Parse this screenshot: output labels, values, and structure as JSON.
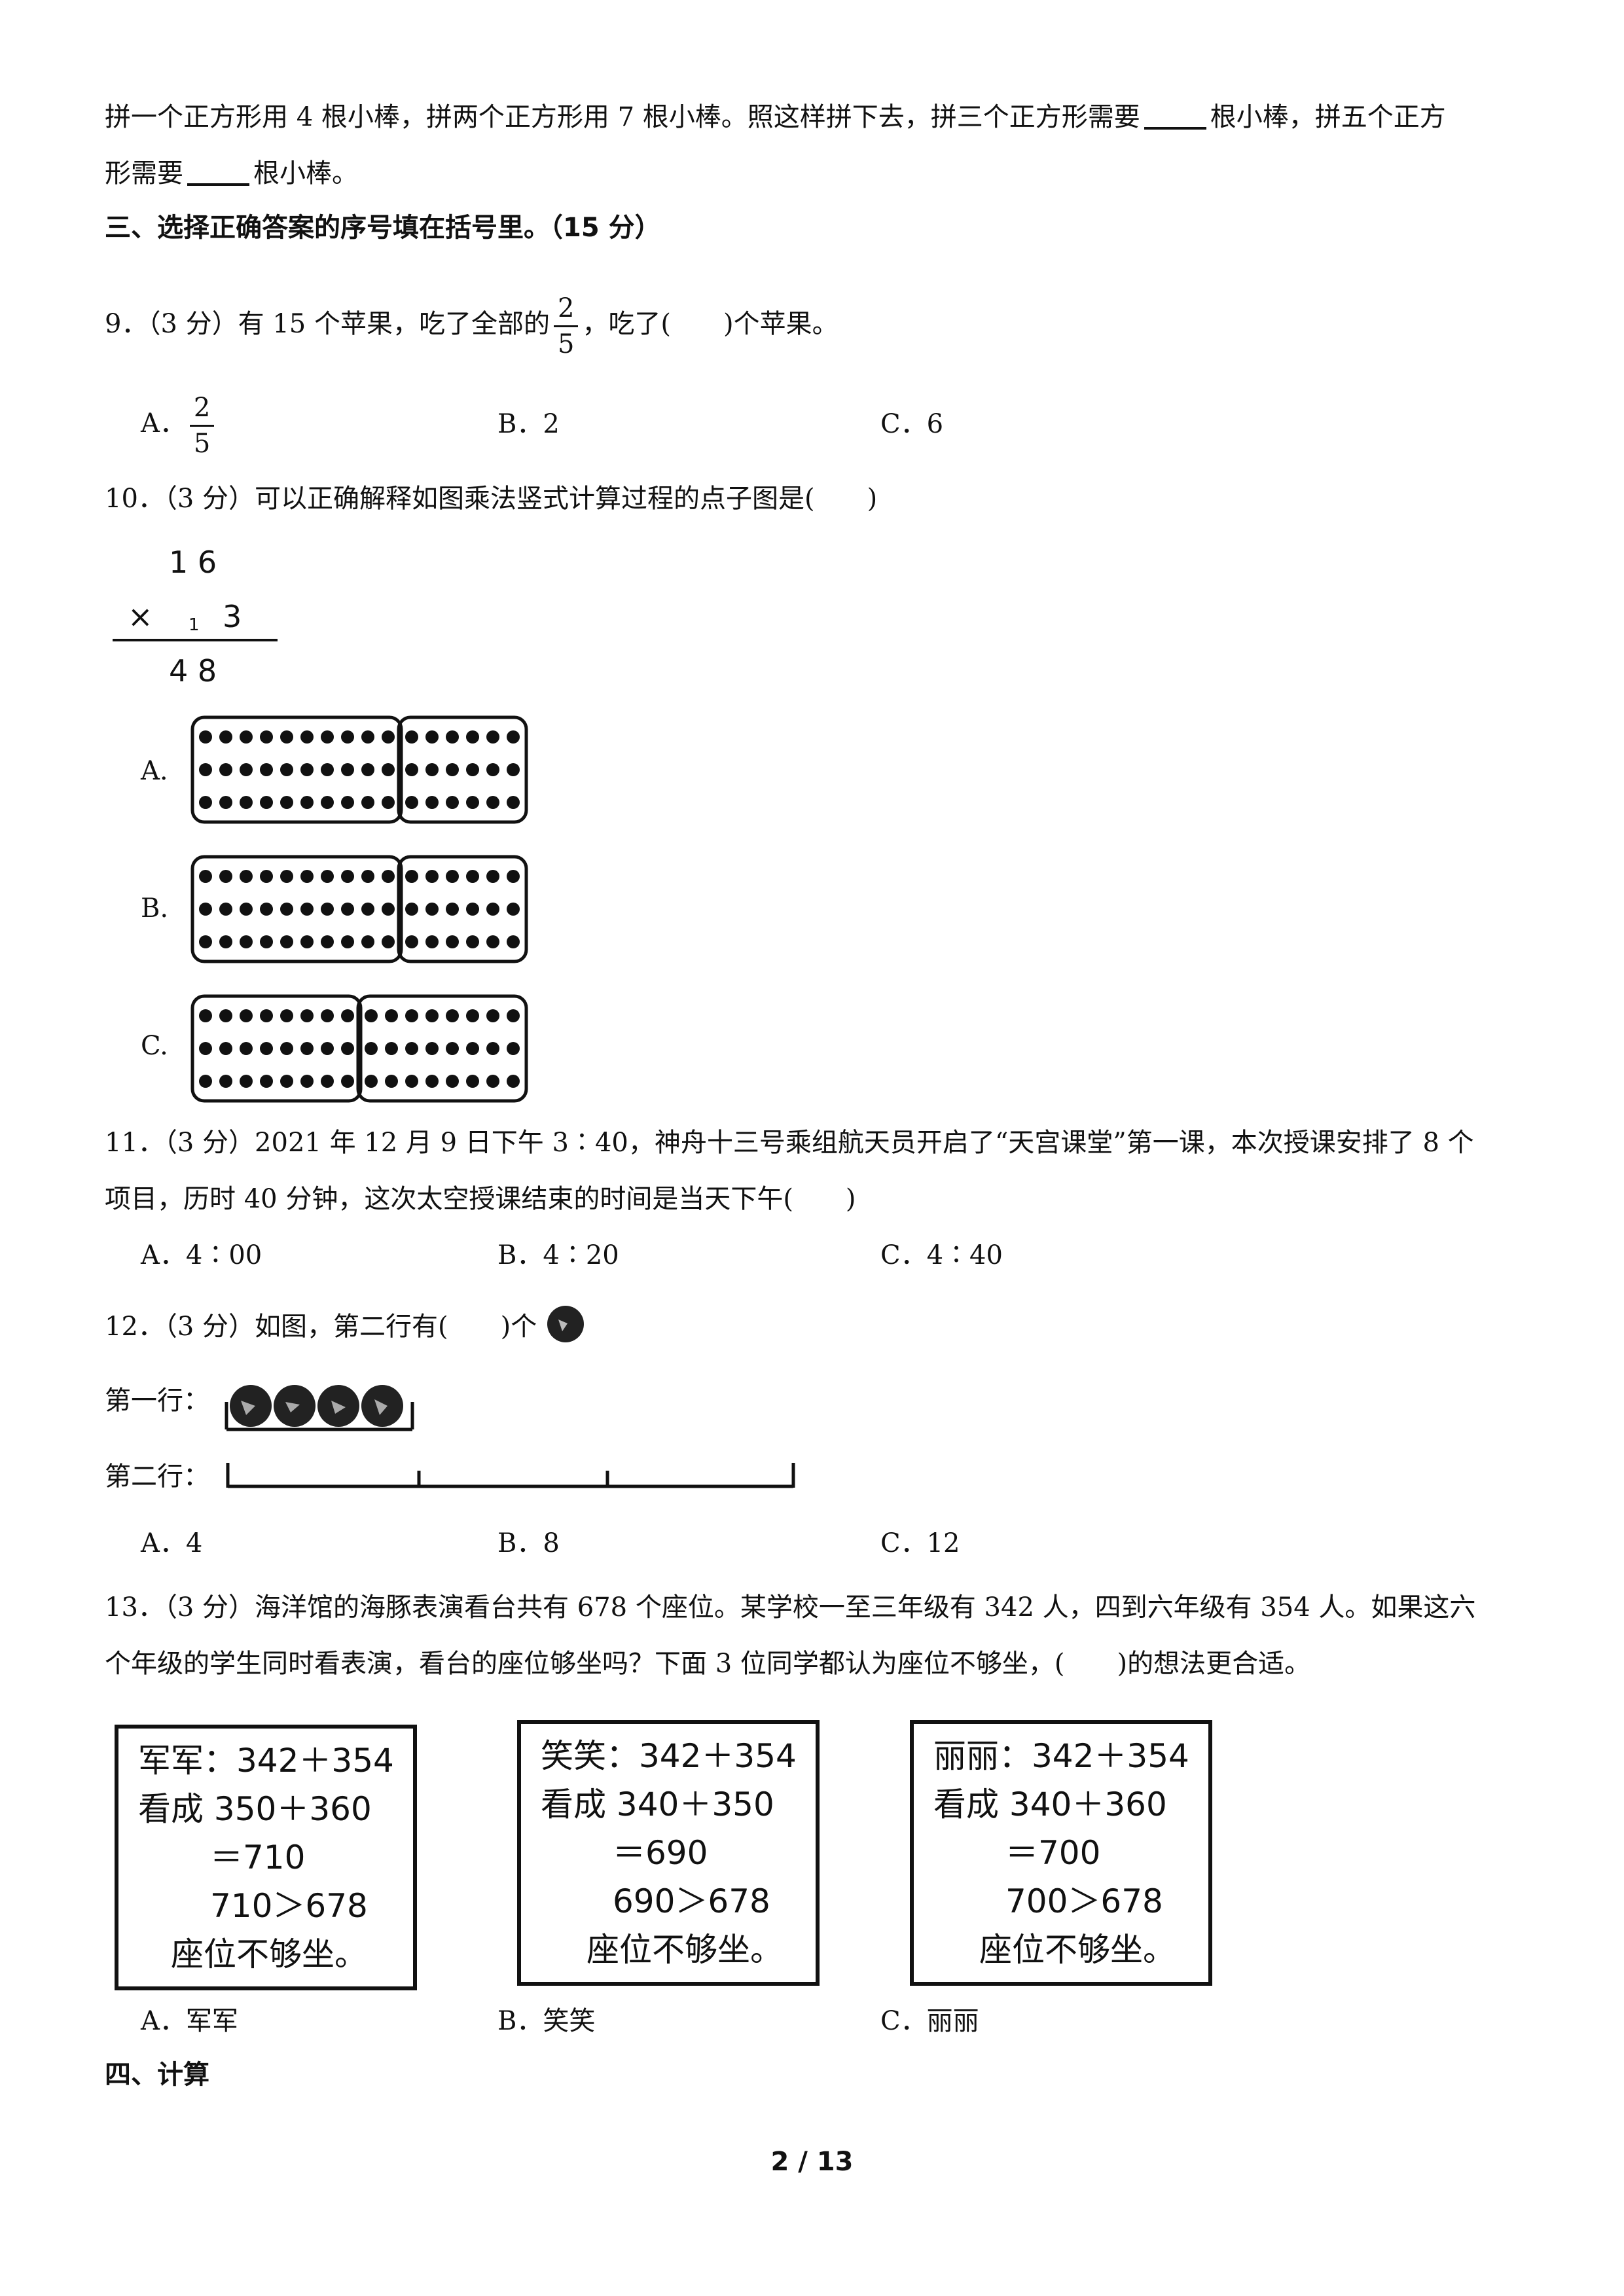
{
  "q8": {
    "line1_a": "拼一个正方形用 4 根小棒，拼两个正方形用 7 根小棒。照这样拼下去，拼三个正方形需要",
    "line1_b": "根小棒，拼五个正方",
    "line2_a": "形需要",
    "line2_b": "根小棒。"
  },
  "section3": "三、选择正确答案的序号填在括号里。（15 分）",
  "q9": {
    "stem_a": "9．（3 分）有 15 个苹果，吃了全部的",
    "frac_num": "2",
    "frac_den": "5",
    "stem_b": "，吃了(　　)个苹果。",
    "optA_label": "A．",
    "optA_num": "2",
    "optA_den": "5",
    "optB": "B．2",
    "optC": "C．6"
  },
  "q10": {
    "stem": "10．（3 分）可以正确解释如图乘法竖式计算过程的点子图是(　　)",
    "vertical": {
      "top": "1 6",
      "op": "×",
      "carry": "1",
      "mult": "3",
      "result": "4 8"
    },
    "optA_label": "A.",
    "optB_label": "B.",
    "optC_label": "C."
  },
  "q11": {
    "line1": "11．（3 分）2021 年 12 月 9 日下午 3∶40，神舟十三号乘组航天员开启了“天宫课堂”第一课，本次授课安排了 8 个",
    "line2": "项目，历时 40 分钟，这次太空授课结束的时间是当天下午(　　)",
    "optA": "A．4∶00",
    "optB": "B．4∶20",
    "optC": "C．4∶40"
  },
  "q12": {
    "stem": "12．（3 分）如图，第二行有(　　)个",
    "row1_label": "第一行：",
    "row2_label": "第二行：",
    "optA": "A．4",
    "optB": "B．8",
    "optC": "C．12"
  },
  "q13": {
    "line1": "13．（3 分）海洋馆的海豚表演看台共有 678 个座位。某学校一至三年级有 342 人，四到六年级有 354 人。如果这六",
    "line2": "个年级的学生同时看表演，看台的座位够坐吗？下面 3 位同学都认为座位不够坐，(　　)的想法更合适。",
    "cards": [
      {
        "l1": "军军：342＋354",
        "l2": "看成 350＋360",
        "l3": "＝710",
        "l4": "710＞678",
        "l5": "座位不够坐。"
      },
      {
        "l1": "笑笑：342＋354",
        "l2": "看成 340＋350",
        "l3": "＝690",
        "l4": "690＞678",
        "l5": "座位不够坐。"
      },
      {
        "l1": "丽丽：342＋354",
        "l2": "看成 340＋360",
        "l3": "＝700",
        "l4": "700＞678",
        "l5": "座位不够坐。"
      }
    ],
    "optA": "A．军军",
    "optB": "B．笑笑",
    "optC": "C．丽丽"
  },
  "section4": "四、计算",
  "footer": "2 / 13",
  "dots": {
    "A": [
      10,
      6
    ],
    "B": [
      10,
      6
    ],
    "C": [
      8,
      8
    ]
  }
}
